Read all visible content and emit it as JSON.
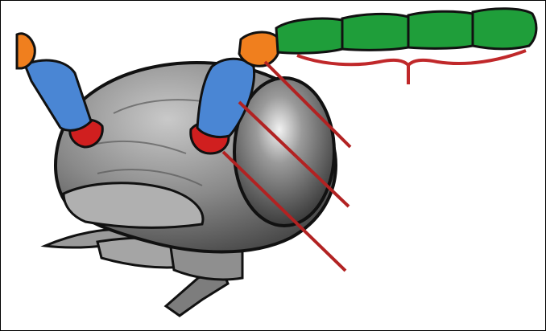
{
  "figure": {
    "subject": "insect-head-with-antennae",
    "parts": {
      "scape": {
        "color": "#4a86d4"
      },
      "pedicel": {
        "color": "#f07f1e"
      },
      "flagellum": {
        "color": "#1f9e3a",
        "segments": 4
      },
      "socket": {
        "color": "#d01f1f"
      },
      "leader_lines": {
        "color": "#b22222",
        "count": 3
      },
      "bracket": {
        "color": "#c0282a"
      },
      "head_capsule": {
        "color": "#8c8c8c"
      },
      "compound_eye": {
        "color": "#6a6a6a"
      }
    }
  }
}
